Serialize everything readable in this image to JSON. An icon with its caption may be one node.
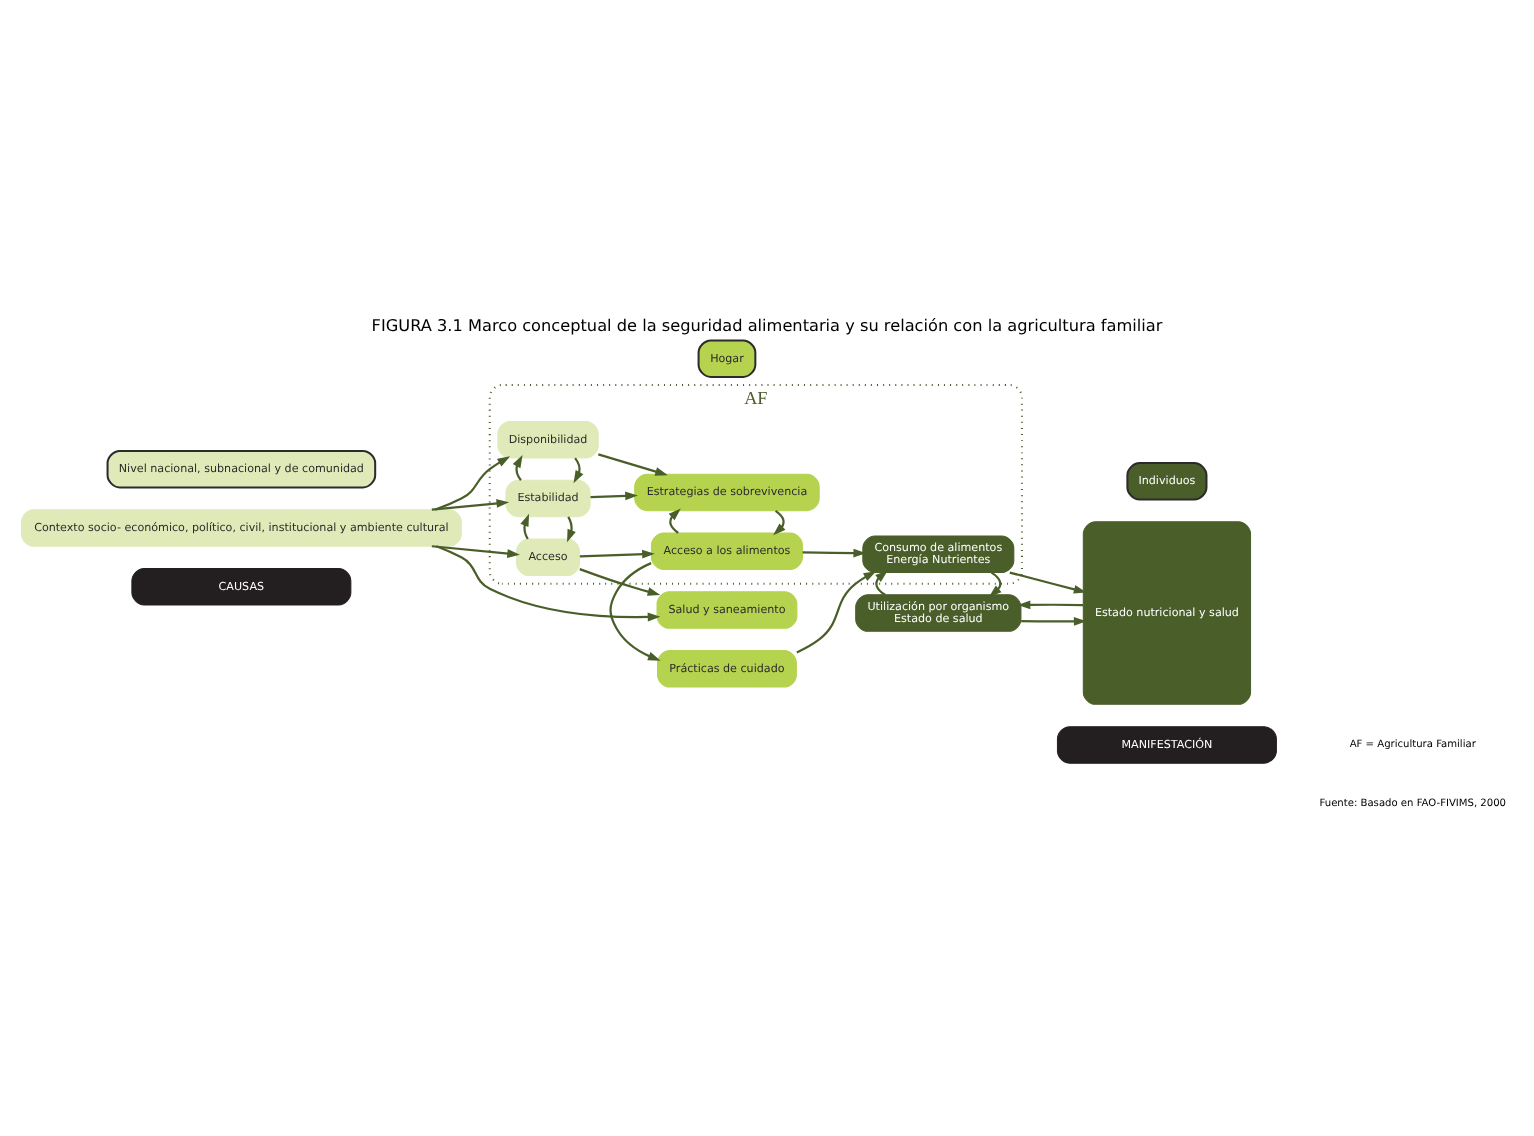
{
  "diagram": {
    "title": "FIGURA 3.1 Marco conceptual de la seguridad alimentaria y su relación con la agricultura familiar",
    "nodes": [
      {
        "text": [
          "Nivel nacional, subnacional y de comunidad"
        ]
      },
      {
        "text": [
          "Hogar"
        ]
      },
      {
        "text": [
          "Individuos"
        ]
      },
      {
        "text": [
          "Contexto socio- económico, político, civil, institucional y ambiente cultural"
        ]
      },
      {
        "text": [
          "AF"
        ]
      },
      {
        "text": [
          "Disponibilidad"
        ],
        "in": 4
      },
      {
        "text": [
          "Estabilidad"
        ],
        "in": 4
      },
      {
        "text": [
          "Acceso"
        ],
        "in": 4
      },
      {
        "text": [
          "Estrategias de sobrevivencia"
        ],
        "in": 4
      },
      {
        "text": [
          "Acceso a los alimentos"
        ],
        "in": 4
      },
      {
        "text": [
          "Consumo de alimentos",
          "Energía Nutrientes"
        ],
        "in": 4
      },
      {
        "text": [
          "Prácticas de cuidado"
        ]
      },
      {
        "text": [
          "Salud y saneamiento"
        ]
      },
      {
        "text": [
          "Utilización por organismo",
          "Estado de salud"
        ]
      },
      {
        "text": [
          "Estado nutricional y salud"
        ]
      },
      {
        "text": [
          "CAUSAS"
        ]
      },
      {
        "text": [
          "MANIFESTACIÓN"
        ]
      }
    ],
    "edges": [
      {
        "from": 3,
        "to": 5,
        "arrow": "to"
      },
      {
        "from": 3,
        "to": 6,
        "arrow": "to"
      },
      {
        "from": 3,
        "to": 7,
        "arrow": "to"
      },
      {
        "from": 3,
        "to": 12,
        "arrow": "to"
      },
      {
        "from": 5,
        "to": 6,
        "arrow": "to"
      },
      {
        "from": 6,
        "to": 5,
        "arrow": "to"
      },
      {
        "from": 6,
        "to": 7,
        "arrow": "to"
      },
      {
        "from": 7,
        "to": 6,
        "arrow": "to"
      },
      {
        "from": 5,
        "to": 8,
        "arrow": "to"
      },
      {
        "from": 6,
        "to": 8,
        "arrow": "to"
      },
      {
        "from": 7,
        "to": 9,
        "arrow": "to"
      },
      {
        "from": 7,
        "to": 12,
        "arrow": "to"
      },
      {
        "from": 8,
        "to": 9,
        "arrow": "to"
      },
      {
        "from": 9,
        "to": 8,
        "arrow": "to"
      },
      {
        "from": 9,
        "to": 10,
        "arrow": "to"
      },
      {
        "from": 9,
        "to": 11,
        "arrow": "to"
      },
      {
        "from": 11,
        "to": 10,
        "arrow": "to"
      },
      {
        "from": 10,
        "to": 13,
        "arrow": "to"
      },
      {
        "from": 13,
        "to": 10,
        "arrow": "to"
      },
      {
        "from": 10,
        "to": 14,
        "arrow": "to"
      },
      {
        "from": 13,
        "to": 14,
        "arrow": "to"
      },
      {
        "from": 14,
        "to": 13,
        "arrow": "to"
      }
    ],
    "labels": [
      "AF = Agricultura Familiar",
      "Fuente: Basado en FAO-FIVIMS, 2000"
    ]
  }
}
